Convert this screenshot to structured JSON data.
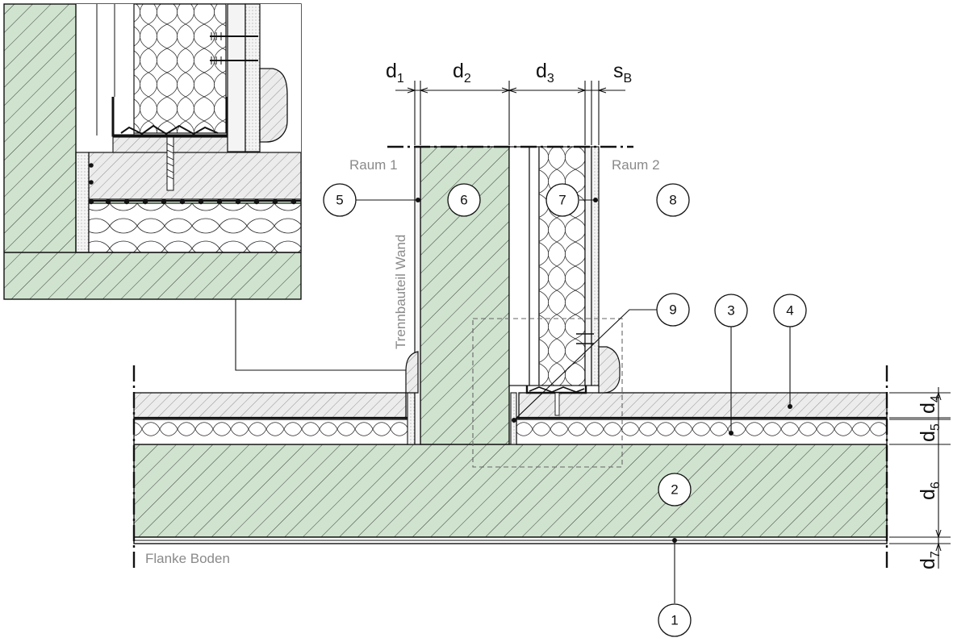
{
  "labels": {
    "room1": "Raum 1",
    "room2": "Raum 2",
    "wall_vertical": "Trennbauteil Wand",
    "floor_flank": "Flanke Boden"
  },
  "dimensions": {
    "d1": {
      "base": "d",
      "sub": "1"
    },
    "d2": {
      "base": "d",
      "sub": "2"
    },
    "d3": {
      "base": "d",
      "sub": "3"
    },
    "sB": {
      "base": "s",
      "sub": "B"
    },
    "d4": {
      "base": "d",
      "sub": "4"
    },
    "d5": {
      "base": "d",
      "sub": "5"
    },
    "d6": {
      "base": "d",
      "sub": "6"
    },
    "d7": {
      "base": "d",
      "sub": "7"
    }
  },
  "callouts": [
    "1",
    "2",
    "3",
    "4",
    "5",
    "6",
    "7",
    "8",
    "9"
  ],
  "colors": {
    "concrete": "#cfe3cf",
    "hatch": "#1a1a1a",
    "insulation": "#ffffff",
    "screed": "#e6e6e6",
    "label_gray": "#8a8a8a"
  }
}
